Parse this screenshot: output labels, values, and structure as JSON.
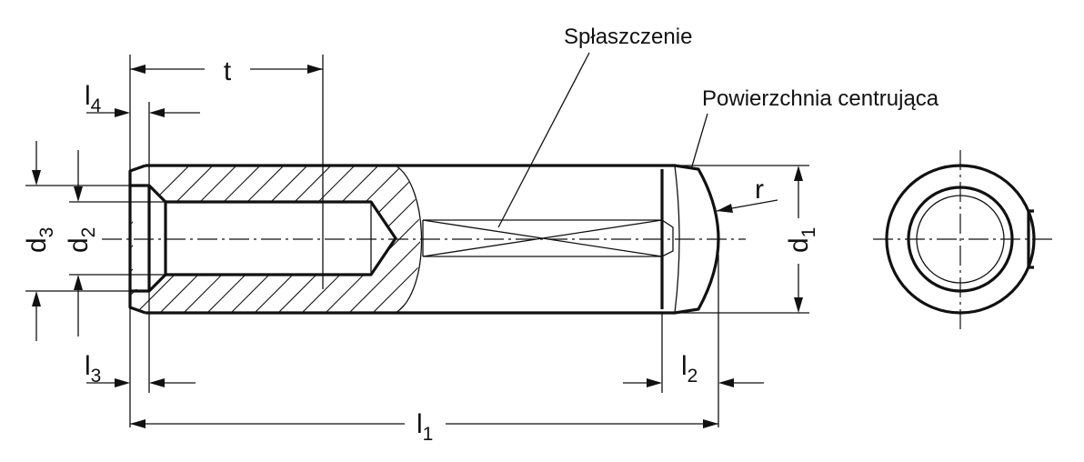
{
  "labels": {
    "t": "t",
    "l4": {
      "main": "l",
      "sub": "4"
    },
    "l3": {
      "main": "l",
      "sub": "3"
    },
    "l2": {
      "main": "l",
      "sub": "2"
    },
    "l1": {
      "main": "l",
      "sub": "1"
    },
    "d3": {
      "main": "d",
      "sub": "3"
    },
    "d2": {
      "main": "d",
      "sub": "2"
    },
    "d1": {
      "main": "d",
      "sub": "1"
    },
    "r": "r"
  },
  "annotations": {
    "flat": "Spłaszczenie",
    "centering_surface": "Powierzchnia centrująca"
  },
  "colors": {
    "line": "#111111",
    "background": "#ffffff"
  }
}
